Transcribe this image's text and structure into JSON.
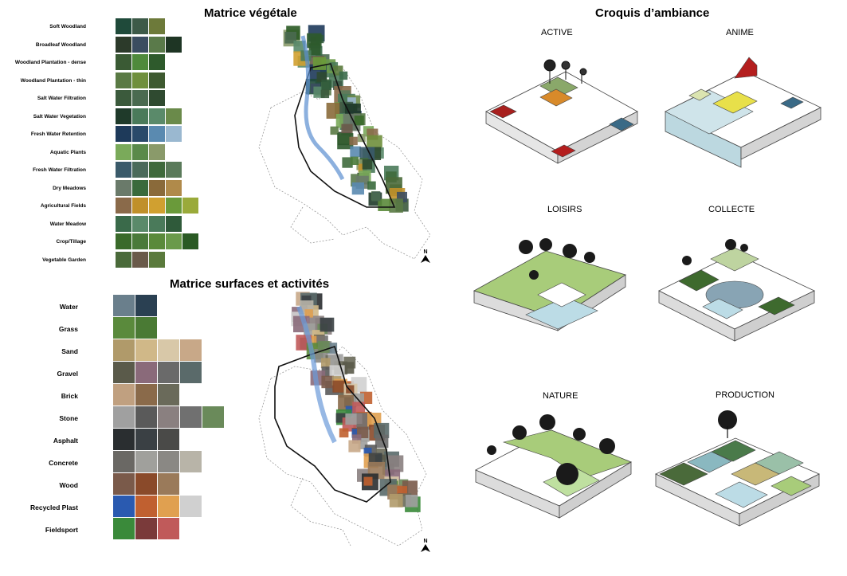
{
  "titles": {
    "vegetal": "Matrice végétale",
    "surfaces": "Matrice surfaces et activités",
    "croquis": "Croquis d’ambiance"
  },
  "vegetal_rows": [
    {
      "label": "Soft Woodland",
      "swatches": [
        "#1f4a3a",
        "#3d5a48",
        "#6d7a3a"
      ]
    },
    {
      "label": "Broadleaf Woodland",
      "swatches": [
        "#2c3a2a",
        "#3b4d60",
        "#5a7a4a",
        "#1e3524"
      ]
    },
    {
      "label": "Woodland Plantation - dense",
      "swatches": [
        "#3a5a34",
        "#4f8a3c",
        "#2e5a2c"
      ]
    },
    {
      "label": "Woodland Plantation - thin",
      "swatches": [
        "#5a7a44",
        "#6f8f3c",
        "#3e5a30"
      ]
    },
    {
      "label": "Salt Water Filtration",
      "swatches": [
        "#3b5a3c",
        "#4a6a50",
        "#2f4a30"
      ]
    },
    {
      "label": "Salt Water Vegetation",
      "swatches": [
        "#1f3a2a",
        "#4a7a5a",
        "#5a8a6a",
        "#6a8a4a"
      ]
    },
    {
      "label": "Fresh Water Retention",
      "swatches": [
        "#1e3a5a",
        "#2a4a6a",
        "#5a8ab0",
        "#9ab8d0"
      ]
    },
    {
      "label": "Aquatic Plants",
      "swatches": [
        "#7aaa5a",
        "#5a8a4a",
        "#8a9a6a"
      ]
    },
    {
      "label": "Fresh Water Filtration",
      "swatches": [
        "#3a5a6a",
        "#4a6a5a",
        "#3f6a3c",
        "#5a7a5a"
      ]
    },
    {
      "label": "Dry Meadows",
      "swatches": [
        "#6a7a6a",
        "#3a6a3c",
        "#8a6a3a",
        "#b08a4a"
      ]
    },
    {
      "label": "Agricultural Fields",
      "swatches": [
        "#8a6a4a",
        "#c0902a",
        "#d0a030",
        "#6a9a3a",
        "#9aaa3a"
      ]
    },
    {
      "label": "Water Meadow",
      "swatches": [
        "#3a6a4a",
        "#5a8a6a",
        "#4a7a5a",
        "#2f5a3a"
      ]
    },
    {
      "label": "Crop/Tillage",
      "swatches": [
        "#3a6a2a",
        "#4a7a3a",
        "#5a8a3a",
        "#6a9a4a",
        "#2a5a24"
      ]
    },
    {
      "label": "Vegetable Garden",
      "swatches": [
        "#4a6a3a",
        "#6a5a4a",
        "#5a7a3c"
      ]
    }
  ],
  "surface_rows": [
    {
      "label": "Water",
      "swatches": [
        "#6a7f8c",
        "#2a4052"
      ]
    },
    {
      "label": "Grass",
      "swatches": [
        "#5a8a3c",
        "#4a7a34"
      ]
    },
    {
      "label": "Sand",
      "swatches": [
        "#b09a6a",
        "#d0b888",
        "#d8c8a8",
        "#c8a888"
      ]
    },
    {
      "label": "Gravel",
      "swatches": [
        "#5a5a4a",
        "#8a6a7a",
        "#6a6a6a",
        "#5a6a6a"
      ]
    },
    {
      "label": "Brick",
      "swatches": [
        "#c0a080",
        "#8a6a4a",
        "#6a6a5a"
      ]
    },
    {
      "label": "Stone",
      "swatches": [
        "#a0a0a0",
        "#5a5a5a",
        "#8a8080",
        "#707070",
        "#6a8a5a"
      ]
    },
    {
      "label": "Asphalt",
      "swatches": [
        "#2a2e30",
        "#3a4044",
        "#4a4a48"
      ]
    },
    {
      "label": "Concrete",
      "swatches": [
        "#6a6864",
        "#a0a09c",
        "#8a8884",
        "#b8b4a8"
      ]
    },
    {
      "label": "Wood",
      "swatches": [
        "#7a5a4a",
        "#8a4a2a",
        "#9a7a5a"
      ]
    },
    {
      "label": "Recycled Plast",
      "swatches": [
        "#2a5ab0",
        "#c06030",
        "#e0a050",
        "#d0d0d0"
      ]
    },
    {
      "label": "Fieldsport",
      "swatches": [
        "#3a8a3a",
        "#7a3a3a",
        "#c05a5a"
      ]
    }
  ],
  "sketches": [
    {
      "label": "ACTIVE"
    },
    {
      "label": "ANIME"
    },
    {
      "label": "LOISIRS"
    },
    {
      "label": "COLLECTE"
    },
    {
      "label": "NATURE"
    },
    {
      "label": "PRODUCTION"
    }
  ],
  "north_label": "N"
}
